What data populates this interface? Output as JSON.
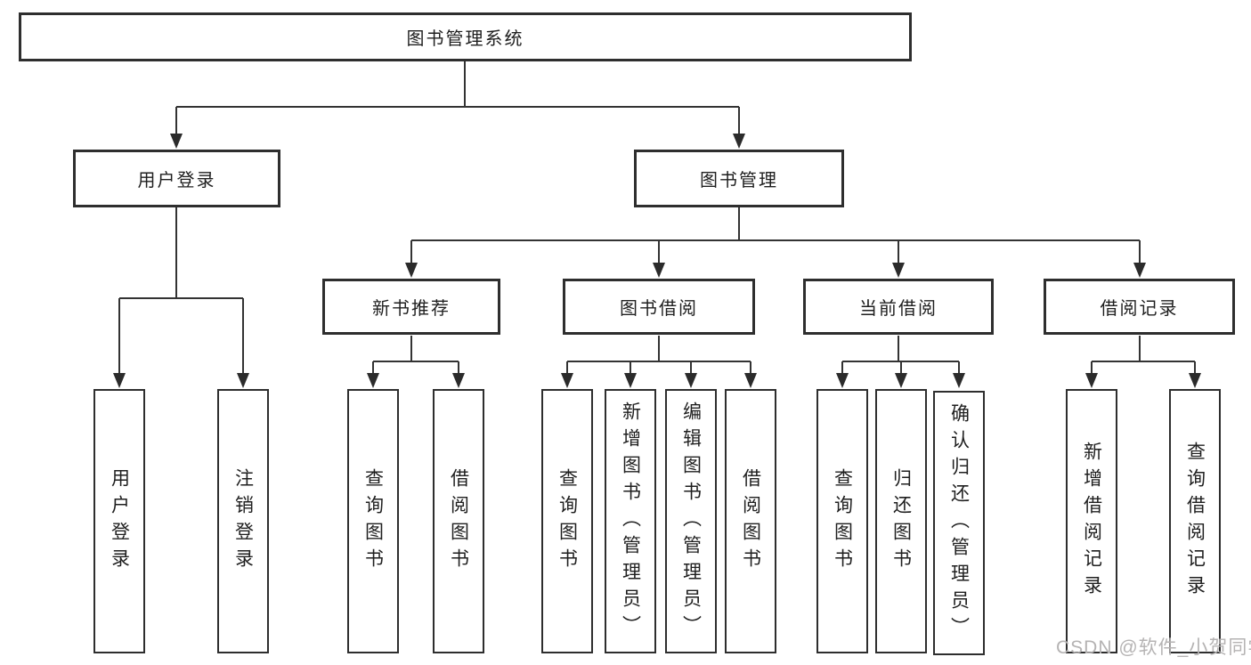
{
  "diagram": {
    "root_label": "图书管理系统",
    "branches": [
      {
        "label": "用户登录",
        "children": [
          {
            "label": "用户登录"
          },
          {
            "label": "注销登录"
          }
        ]
      },
      {
        "label": "图书管理",
        "children": [
          {
            "label": "新书推荐",
            "children": [
              {
                "label": "查询图书"
              },
              {
                "label": "借阅图书"
              }
            ]
          },
          {
            "label": "图书借阅",
            "children": [
              {
                "label": "查询图书"
              },
              {
                "label": "新增图书（管理员）"
              },
              {
                "label": "编辑图书（管理员）"
              },
              {
                "label": "借阅图书"
              }
            ]
          },
          {
            "label": "当前借阅",
            "children": [
              {
                "label": "查询图书"
              },
              {
                "label": "归还图书"
              },
              {
                "label": "确认归还（管理员）"
              }
            ]
          },
          {
            "label": "借阅记录",
            "children": [
              {
                "label": "新增借阅记录"
              },
              {
                "label": "查询借阅记录"
              }
            ]
          }
        ]
      }
    ]
  },
  "watermark": {
    "text": "CSDN @软件_小贺同学"
  },
  "colors": {
    "line": "#333333",
    "border": "#2e2e2e",
    "text": "#1f1f1f",
    "watermark": "#b5b3b3",
    "background": "#ffffff"
  }
}
